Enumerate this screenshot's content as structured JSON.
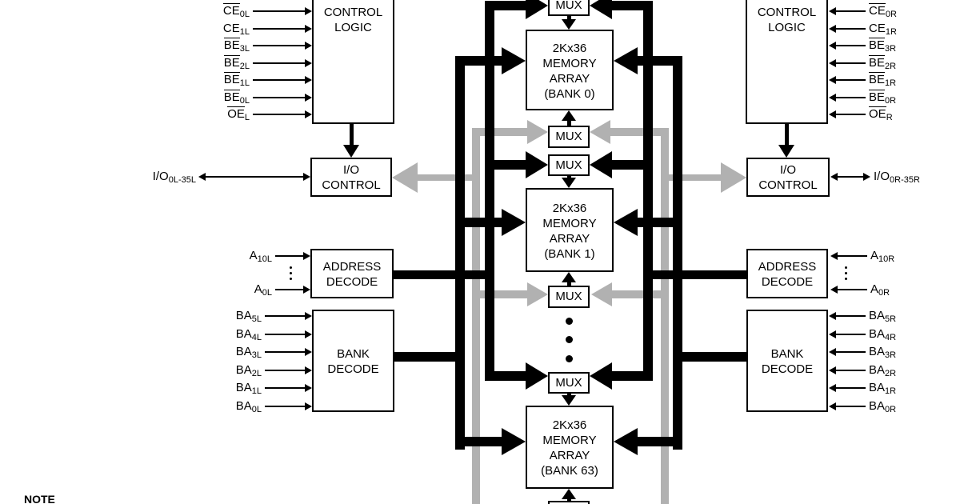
{
  "blocks": {
    "control_logic": [
      "CONTROL",
      "LOGIC"
    ],
    "io_control": [
      "I/O",
      "CONTROL"
    ],
    "address_decode": [
      "ADDRESS",
      "DECODE"
    ],
    "bank_decode": [
      "BANK",
      "DECODE"
    ]
  },
  "center": {
    "mux_label": "MUX",
    "banks": [
      {
        "lines": [
          "2Kx36",
          "MEMORY",
          "ARRAY",
          "(BANK 0)"
        ]
      },
      {
        "lines": [
          "2Kx36",
          "MEMORY",
          "ARRAY",
          "(BANK 1)"
        ]
      },
      {
        "lines": [
          "2Kx36",
          "MEMORY",
          "ARRAY",
          "(BANK 63)"
        ]
      }
    ]
  },
  "left": {
    "control_signals": [
      {
        "base": "CE",
        "sub": "0L",
        "bar": true
      },
      {
        "base": "CE",
        "sub": "1L",
        "bar": false
      },
      {
        "base": "BE",
        "sub": "3L",
        "bar": true
      },
      {
        "base": "BE",
        "sub": "2L",
        "bar": true
      },
      {
        "base": "BE",
        "sub": "1L",
        "bar": true
      },
      {
        "base": "BE",
        "sub": "0L",
        "bar": true
      },
      {
        "base": "OE",
        "sub": "L",
        "bar": true
      }
    ],
    "io_port": {
      "base": "I/O",
      "sub": "0L-35L"
    },
    "address_signals": [
      {
        "base": "A",
        "sub": "10L"
      },
      {
        "base": "A",
        "sub": "0L"
      }
    ],
    "bank_signals": [
      {
        "base": "BA",
        "sub": "5L"
      },
      {
        "base": "BA",
        "sub": "4L"
      },
      {
        "base": "BA",
        "sub": "3L"
      },
      {
        "base": "BA",
        "sub": "2L"
      },
      {
        "base": "BA",
        "sub": "1L"
      },
      {
        "base": "BA",
        "sub": "0L"
      }
    ]
  },
  "right": {
    "control_signals": [
      {
        "base": "CE",
        "sub": "0R",
        "bar": true
      },
      {
        "base": "CE",
        "sub": "1R",
        "bar": false
      },
      {
        "base": "BE",
        "sub": "3R",
        "bar": true
      },
      {
        "base": "BE",
        "sub": "2R",
        "bar": true
      },
      {
        "base": "BE",
        "sub": "1R",
        "bar": true
      },
      {
        "base": "BE",
        "sub": "0R",
        "bar": true
      },
      {
        "base": "OE",
        "sub": "R",
        "bar": true
      }
    ],
    "io_port": {
      "base": "I/O",
      "sub": "0R-35R"
    },
    "address_signals": [
      {
        "base": "A",
        "sub": "10R"
      },
      {
        "base": "A",
        "sub": "0R"
      }
    ],
    "bank_signals": [
      {
        "base": "BA",
        "sub": "5R"
      },
      {
        "base": "BA",
        "sub": "4R"
      },
      {
        "base": "BA",
        "sub": "3R"
      },
      {
        "base": "BA",
        "sub": "2R"
      },
      {
        "base": "BA",
        "sub": "1R"
      },
      {
        "base": "BA",
        "sub": "0R"
      }
    ]
  },
  "note": "NOTE",
  "colors": {
    "black": "#000000",
    "gray": "#b1b1b1"
  }
}
